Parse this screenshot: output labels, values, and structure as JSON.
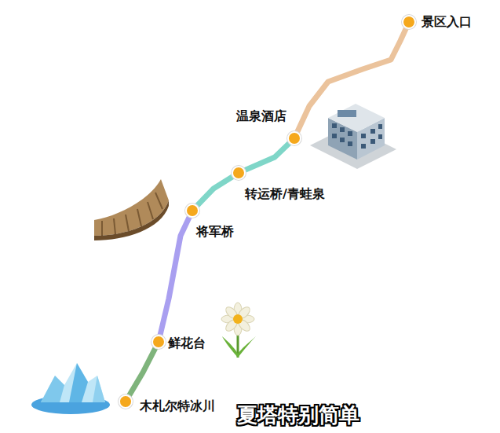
{
  "diagram": {
    "caption": "夏塔特别简单",
    "nodes": [
      {
        "text": [
          "景区入口"
        ]
      },
      {
        "text": [
          "温泉酒店"
        ]
      },
      {
        "text": [
          "转运桥/青蛙泉"
        ]
      },
      {
        "text": [
          "将军桥"
        ]
      },
      {
        "text": [
          "鲜花台"
        ]
      },
      {
        "text": [
          "木札尔特冰川"
        ]
      }
    ],
    "edges": [
      {
        "from": 0,
        "to": 1,
        "arrow": "none"
      },
      {
        "from": 1,
        "to": 2,
        "arrow": "none"
      },
      {
        "from": 2,
        "to": 3,
        "arrow": "none"
      },
      {
        "from": 3,
        "to": 4,
        "arrow": "none"
      },
      {
        "from": 4,
        "to": 5,
        "arrow": "none"
      }
    ]
  }
}
